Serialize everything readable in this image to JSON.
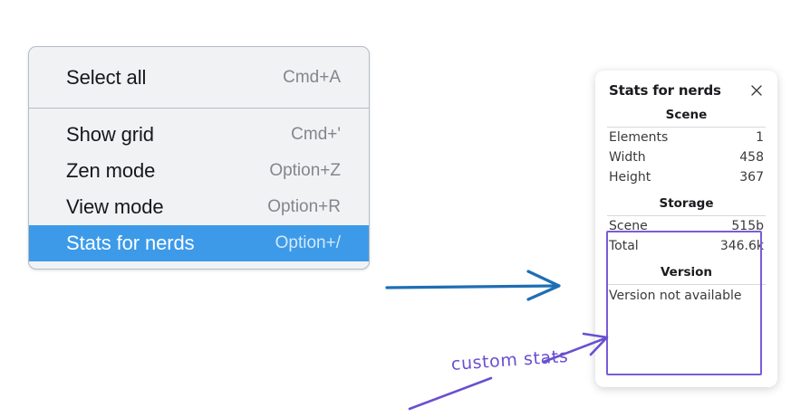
{
  "colors": {
    "menu_background": "#f1f2f4",
    "menu_border": "#b6bdc6",
    "menu_selected": "#3c9ae9",
    "annotation_blue": "#1f6eb5",
    "annotation_purple": "#6a4fd0",
    "highlight_box": "#7b5bd6",
    "panel_background": "#ffffff"
  },
  "context_menu": {
    "groups": [
      {
        "items": [
          {
            "label": "Select all",
            "shortcut": "Cmd+A",
            "selected": false
          }
        ]
      },
      {
        "items": [
          {
            "label": "Show grid",
            "shortcut": "Cmd+'",
            "selected": false
          },
          {
            "label": "Zen mode",
            "shortcut": "Option+Z",
            "selected": false
          },
          {
            "label": "View mode",
            "shortcut": "Option+R",
            "selected": false
          },
          {
            "label": "Stats for nerds",
            "shortcut": "Option+/",
            "selected": true
          }
        ]
      }
    ]
  },
  "stats_panel": {
    "title": "Stats for nerds",
    "close_icon": "close-icon",
    "sections": [
      {
        "heading": "Scene",
        "rows": [
          {
            "key": "Elements",
            "value": "1"
          },
          {
            "key": "Width",
            "value": "458"
          },
          {
            "key": "Height",
            "value": "367"
          }
        ]
      },
      {
        "heading": "Storage",
        "rows": [
          {
            "key": "Scene",
            "value": "515b"
          },
          {
            "key": "Total",
            "value": "346.6k"
          }
        ]
      },
      {
        "heading": "Version",
        "full_row": "Version not available"
      }
    ]
  },
  "annotations": {
    "handwritten_note": "custom stats",
    "blue_arrow": "arrow-right-icon",
    "purple_arrow": "arrow-pointer-icon",
    "purple_underline": "underline-stroke-icon",
    "highlight_box": "custom-stats-highlight"
  }
}
